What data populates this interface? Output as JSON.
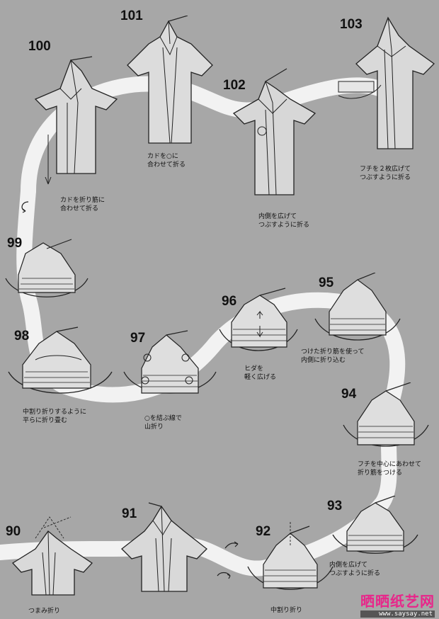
{
  "steps": [
    {
      "number": "100",
      "caption": [
        "カドを折り筋に",
        "合わせて折る"
      ]
    },
    {
      "number": "101",
      "caption": [
        "カドを○に",
        "合わせて折る"
      ]
    },
    {
      "number": "102",
      "caption": [
        "内側を広げて",
        "つぶすように折る"
      ]
    },
    {
      "number": "103",
      "caption": [
        "フチを２枚広げて",
        "つぶすように折る"
      ]
    },
    {
      "number": "99",
      "caption": []
    },
    {
      "number": "98",
      "caption": [
        "中割り折りするように",
        "平らに折り畳む"
      ]
    },
    {
      "number": "97",
      "caption": [
        "○を結ぶ線で",
        "山折り"
      ]
    },
    {
      "number": "96",
      "caption": [
        "ヒダを",
        "軽く広げる"
      ]
    },
    {
      "number": "95",
      "caption": [
        "つけた折り筋を使って",
        "内側に折り込む"
      ]
    },
    {
      "number": "94",
      "caption": [
        "フチを中心にあわせて",
        "折り筋をつける"
      ]
    },
    {
      "number": "90",
      "caption": [
        "つまみ折り"
      ]
    },
    {
      "number": "91",
      "caption": []
    },
    {
      "number": "92",
      "caption": [
        "中割り折り"
      ]
    },
    {
      "number": "93",
      "caption": [
        "内側を広げて",
        "つぶすように折る"
      ]
    }
  ],
  "watermark": {
    "brand": "晒晒纸艺网",
    "url": "www.saysay.net"
  }
}
